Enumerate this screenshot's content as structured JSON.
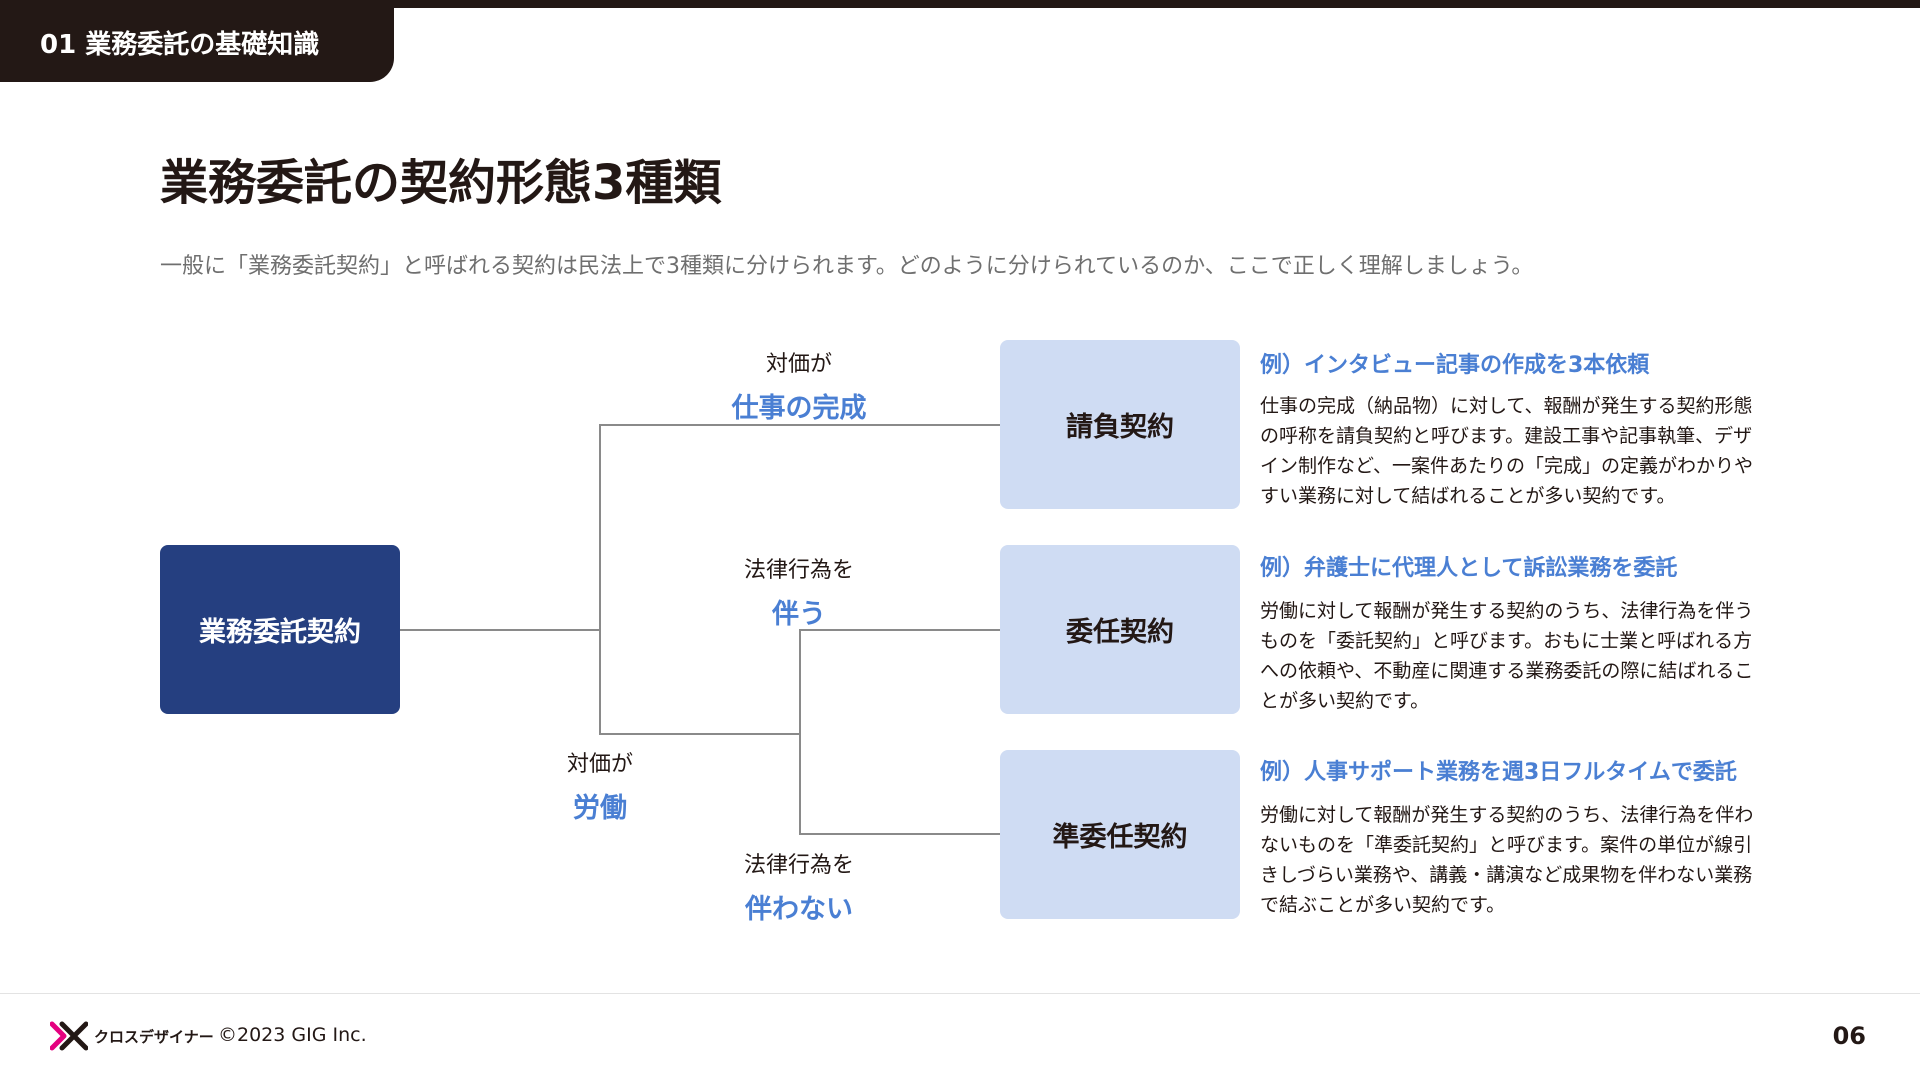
{
  "header": {
    "section": "01  業務委託の基礎知識"
  },
  "title": "業務委託の契約形態3種類",
  "subtitle": "一般に「業務委託契約」と呼ばれる契約は民法上で3種類に分けられます。どのように分けられているのか、ここで正しく理解しましょう。",
  "diagram": {
    "root": "業務委託契約",
    "conditions": {
      "completion": {
        "pre": "対価が",
        "key": "仕事の完成"
      },
      "labor": {
        "pre": "対価が",
        "key": "労働"
      },
      "with_act": {
        "pre": "法律行為を",
        "key": "伴う"
      },
      "without_act": {
        "pre": "法律行為を",
        "key": "伴わない"
      }
    },
    "types": [
      {
        "name": "請負契約",
        "example": "例）インタビュー記事の作成を3本依頼",
        "description": "仕事の完成（納品物）に対して、報酬が発生する契約形態の呼称を請負契約と呼びます。建設工事や記事執筆、デザイン制作など、一案件あたりの「完成」の定義がわかりやすい業務に対して結ばれることが多い契約です。"
      },
      {
        "name": "委任契約",
        "example": "例）弁護士に代理人として訴訟業務を委託",
        "description": "労働に対して報酬が発生する契約のうち、法律行為を伴うものを「委託契約」と呼びます。おもに士業と呼ばれる方への依頼や、不動産に関連する業務委託の際に結ばれることが多い契約です。"
      },
      {
        "name": "準委任契約",
        "example": "例）人事サポート業務を週3日フルタイムで委託",
        "description": "労働に対して報酬が発生する契約のうち、法律行為を伴わないものを「準委託契約」と呼びます。案件の単位が線引きしづらい業務や、講義・講演など成果物を伴わない業務で結ぶことが多い契約です。"
      }
    ]
  },
  "footer": {
    "logo_text": "クロスデザイナー",
    "copyright": "©2023 GIG Inc.",
    "page": "06"
  },
  "colors": {
    "dark": "#231815",
    "navy": "#253f80",
    "light_blue": "#cfdcf3",
    "accent_blue": "#4a7fd3",
    "logo_red": "#e4007f"
  }
}
